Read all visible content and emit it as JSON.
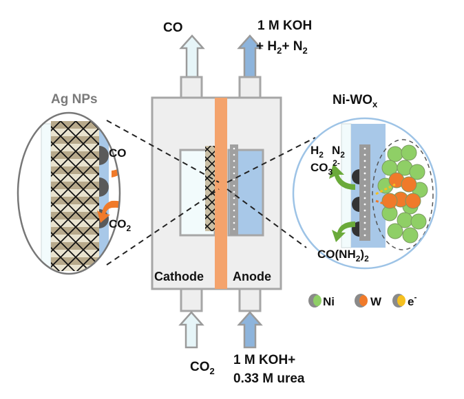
{
  "labels": {
    "co_out": "CO",
    "anode_out_line1": "1 M KOH",
    "anode_out_line2_prefix": "+ H",
    "anode_out_line2_mid": "+ N",
    "sub_2": "2",
    "ag_nps": "Ag NPs",
    "ni_wox_prefix": "Ni-WO",
    "ni_wox_sub": "x",
    "cathode": "Cathode",
    "anode": "Anode",
    "co_in_prefix": "CO",
    "anode_in_line1": "1 M KOH+",
    "anode_in_line2": "0.33 M urea",
    "zoom_co": "CO",
    "zoom_co2_prefix": "CO",
    "h2_prefix": "H",
    "n2_prefix": "N",
    "co3_prefix": "CO",
    "co3_sub": "3",
    "co3_sup": "2-",
    "urea_prefix": "CO(NH",
    "urea_close": ")",
    "legend_ni": "Ni",
    "legend_w": "W",
    "legend_e": "e",
    "legend_e_sup": "-"
  },
  "colors": {
    "cell_body": "#eeeeee",
    "frame": "#a6a6a6",
    "membrane": "#f4a36c",
    "electrolyte_blue": "#a8c8e8",
    "arrow_light": "#e6f5f8",
    "arrow_blue": "#8db4dc",
    "reaction_arrow_orange": "#f07a2a",
    "reaction_arrow_green": "#6aaa3a",
    "ni_green": "#8fcf66",
    "w_orange": "#f07a2a",
    "electron_yellow": "#f5c020",
    "particle_dark": "#555555"
  }
}
